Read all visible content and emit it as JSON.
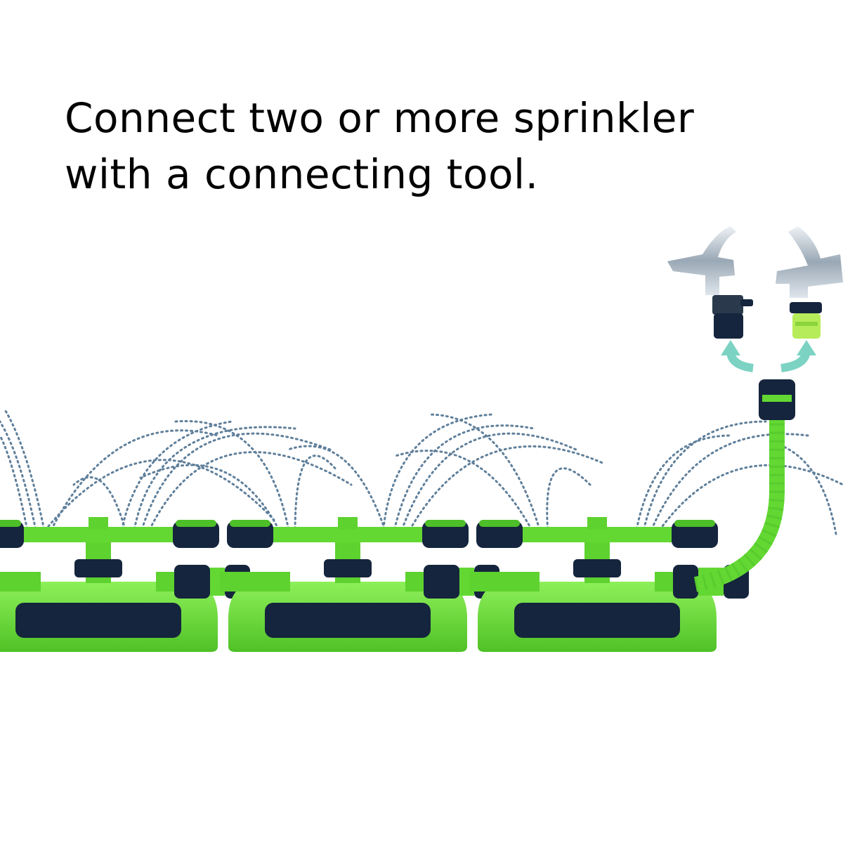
{
  "caption": {
    "line1": "Connect two or more sprinkler",
    "line2": "with a connecting tool."
  },
  "colors": {
    "green": "#6fe03a",
    "green_dark": "#49b521",
    "navy": "#15253d",
    "spray": "#5f7f9a",
    "arrow": "#7dd3c3",
    "chrome": "#c9d3dc"
  },
  "icons": [
    "sprinkler",
    "faucet",
    "hose-connector",
    "up-arrow"
  ]
}
